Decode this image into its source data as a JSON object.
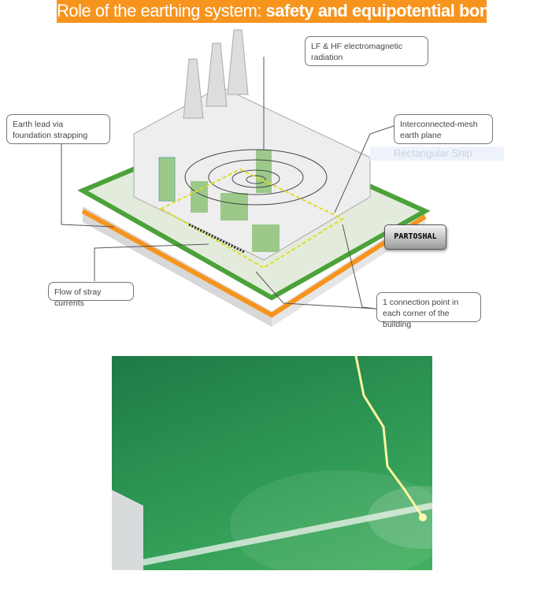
{
  "title": {
    "light": "Role of the earthing system: ",
    "bold": "safety and equipotential bonding"
  },
  "callouts": {
    "radiation": "LF & HF electromagnetic radiation",
    "earth_lead": "Earth lead via foundation strapping",
    "mesh": "Interconnected-mesh earth plane",
    "stray": "Flow of stray currents",
    "connection": "1 connection point in each corner of the building"
  },
  "snip_overlay": "Rectangular Snip",
  "watermark": "PARTOSHAL",
  "colors": {
    "accent": "#f7941d",
    "green": "#4ca23a",
    "orange": "#f7941d"
  }
}
